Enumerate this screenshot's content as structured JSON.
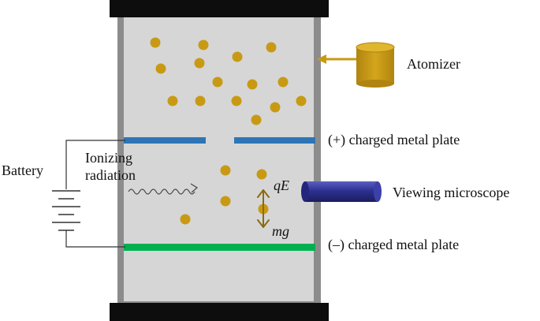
{
  "labels": {
    "atomizer": "Atomizer",
    "positive_plate": "(+) charged metal plate",
    "negative_plate": "(–) charged metal plate",
    "battery": "Battery",
    "ionizing_line1": "Ionizing",
    "ionizing_line2": "radiation",
    "viewing_microscope": "Viewing microscope",
    "force_up": "qE",
    "force_down": "mg"
  },
  "colors": {
    "chamber_border": "#7f7f7f",
    "chamber_fill": "#d9d9d9",
    "end_caps": "#0d0d0d",
    "droplet": "#c89a14",
    "atomizer": "#c89a14",
    "positive_plate": "#2e75b6",
    "negative_plate": "#00b050",
    "microscope": "#2e3192",
    "force_arrow": "#8b6914",
    "wire": "#333333"
  },
  "icons": [
    "atomizer-icon",
    "battery-icon",
    "microscope-icon",
    "radiation-wave-icon",
    "force-arrow-icon"
  ]
}
